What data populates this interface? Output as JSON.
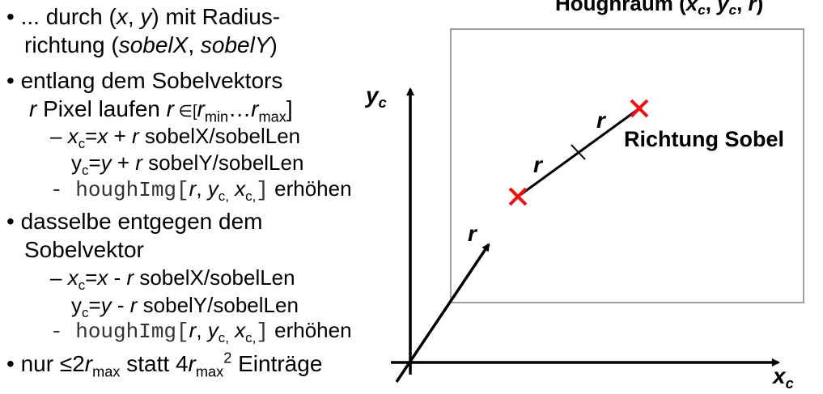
{
  "title": {
    "main": "Houghraum (",
    "xc": "x",
    "c": "c",
    "sep": ", ",
    "yc": "y",
    "r": "r",
    "close": ")"
  },
  "bullets": {
    "b1_l1_a": "... durch (",
    "b1_x": "x",
    "comma": ", ",
    "b1_y": "y",
    "b1_l1_b": ") mit Radius-",
    "b1_l2_a": "richtung (",
    "b1_sx": "sobelX",
    "b1_sy": "sobelY",
    "b1_l2_b": ")",
    "b2_l1": "entlang dem  Sobelvektors",
    "b2_r": "r",
    "b2_l2_a": " Pixel laufen ",
    "b2_in": " ∈[",
    "min": "min",
    "dots": "…",
    "max": "max",
    "b2_close": "]",
    "b3_l1": "dasselbe entgegen dem",
    "b3_l2": "Sobelvektor",
    "b4_a": "nur ≤2",
    "b4_b": " statt 4",
    "b4_sup": "2",
    "b4_c": " Einträge"
  },
  "formulas": {
    "dash": "–",
    "x": "x",
    "y": "y",
    "c": "c",
    "r": "r",
    "eq": "=",
    "plus": " + ",
    "minus": " - ",
    "sobelx": " sobelX/sobelLen",
    "sobely": " sobelY/sobelLen",
    "hough": "houghImg[",
    "hough_close": "]",
    "erhoehen": " erhöhen",
    "hc": "c,"
  },
  "diagram": {
    "y_label": "y",
    "x_label": "x",
    "sub_c": "c",
    "r_label": "r",
    "richtung": "Richtung Sobel",
    "axis_color": "#000000",
    "marker_color": "#ee1111",
    "box_color": "#808080"
  }
}
